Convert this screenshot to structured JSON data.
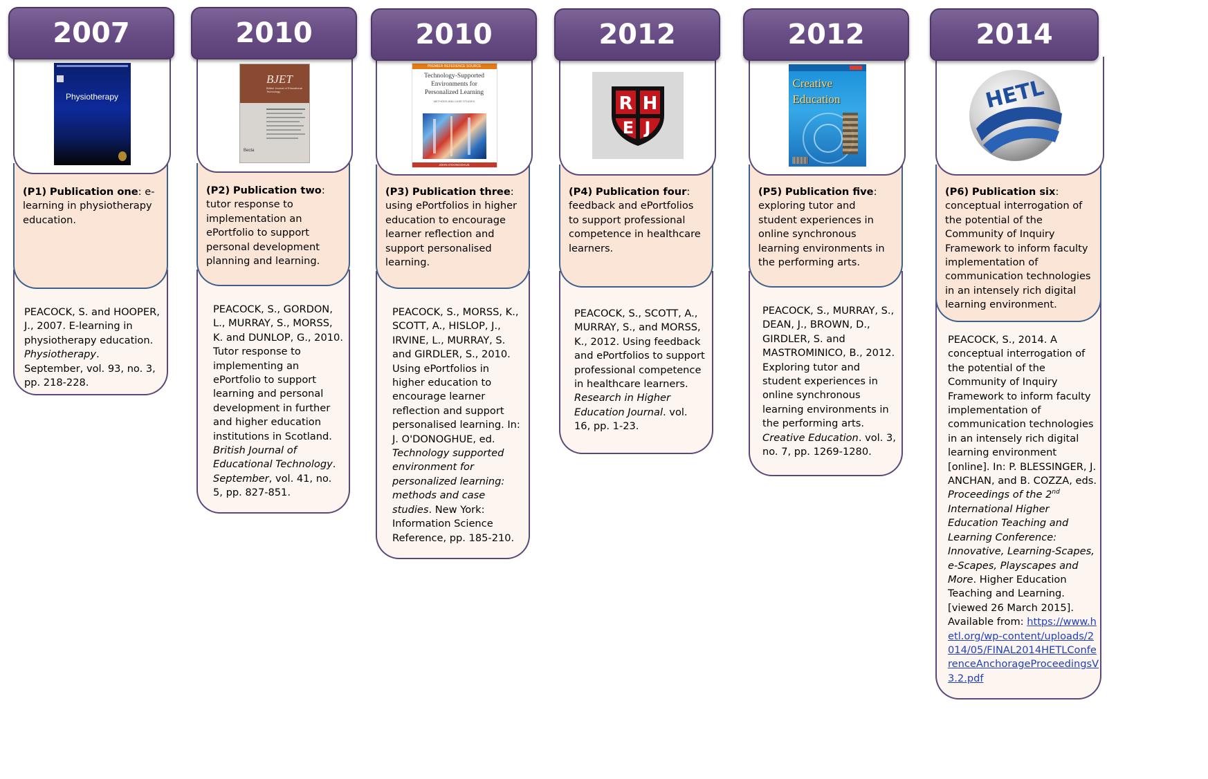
{
  "colors": {
    "tab": "#6a4f86",
    "title_bg": "#fbe5d6",
    "ref_bg": "#fdf5ef",
    "border": "#5a4878",
    "link": "#1f3fbf"
  },
  "columns": [
    {
      "year": "2007",
      "image": {
        "icon": "physiotherapy-journal-cover",
        "text": "Physiotherapy"
      },
      "title_code": "(P1)",
      "title_strong": "Publication one",
      "title_rest": ": e-learning in physiotherapy education.",
      "ref": {
        "plain1": "PEACOCK, S. and HOOPER, J., 2007. E-learning in physiotherapy education. ",
        "italic1": "Physiotherapy",
        "plain2": ". September, vol. 93, no. 3, pp. 218-228."
      }
    },
    {
      "year": "2010",
      "image": {
        "icon": "bjet-journal-cover",
        "text": "BJET",
        "subtitle": "British Journal of Educational Technology",
        "footer": "Becta"
      },
      "title_code": "(P2)",
      "title_strong": "Publication two",
      "title_rest": ": tutor response to implementation an ePortfolio to support personal development planning and learning.",
      "ref": {
        "plain1": "PEACOCK, S., GORDON, L., MURRAY, S., MORSS, K. and DUNLOP, G., 2010. Tutor response to implementing an ePortfolio to support learning and personal development in further and higher education institutions in Scotland. ",
        "italic1": "British Journal of Educational Technology",
        "plain2": ". ",
        "italic2": "September",
        "plain3": ", vol. 41, no. 5, pp. 827-851."
      }
    },
    {
      "year": "2010",
      "image": {
        "icon": "book-cover-technology-supported-environments",
        "header": "PREMIER REFERENCE SOURCE",
        "text": "Technology-Supported Environments for Personalized Learning",
        "sub": "METHODS AND CASE STUDIES",
        "footer": "JOHN O'DONOGHUE"
      },
      "title_code": "(P3)",
      "title_strong": "Publication three",
      "title_rest": ": using ePortfolios in higher education to encourage learner reflection and support personalised learning.",
      "ref": {
        "plain1": "PEACOCK, S., MORSS, K., SCOTT, A., HISLOP, J., IRVINE, L., MURRAY, S. and GIRDLER, S., 2010. Using ePortfolios in higher education to encourage learner reflection and support personalised learning. In:  J. O'DONOGHUE, ed. ",
        "italic1": "Technology supported environment for personalized learning: methods and case studies",
        "plain2": ". New York: Information Science Reference, pp. 185-210."
      }
    },
    {
      "year": "2012",
      "image": {
        "icon": "rhej-shield-logo",
        "letters": [
          "R",
          "H",
          "E",
          "J"
        ]
      },
      "title_code": "(P4)",
      "title_strong": "Publication four",
      "title_rest": ": feedback and ePortfolios to support professional competence in healthcare learners.",
      "ref": {
        "plain1": "PEACOCK, S., SCOTT, A., MURRAY, S., and MORSS, K., 2012. Using feedback and ePortfolios to support professional competence in healthcare learners. ",
        "italic1": "Research in Higher Education Journal",
        "plain2": ". vol. 16, pp. 1-23."
      }
    },
    {
      "year": "2012",
      "image": {
        "icon": "creative-education-journal-cover",
        "text": "Creative Education"
      },
      "title_code": "(P5)",
      "title_strong": "Publication five",
      "title_rest": ": exploring tutor and student experiences in online synchronous learning environments in the performing arts.",
      "ref": {
        "plain1": "PEACOCK, S., MURRAY, S., DEAN, J., BROWN, D., GIRDLER, S. and MASTROMINICO, B., 2012. Exploring tutor and student experiences in online synchronous learning environments in the performing arts. ",
        "italic1": "Creative Education",
        "plain2": ". vol. 3, no. 7, pp. 1269-1280."
      }
    },
    {
      "year": "2014",
      "image": {
        "icon": "hetl-globe-logo",
        "text": "HETL"
      },
      "title_code": "(P6)",
      "title_strong": "Publication six",
      "title_rest": ": conceptual interrogation of the potential of the Community of Inquiry Framework to inform faculty implementation of communication technologies in an intensely rich digital learning environment.",
      "ref": {
        "plain1": "PEACOCK, S., 2014. A conceptual interrogation of the potential of the Community of Inquiry Framework to inform faculty implementation of communication technologies in an intensely rich digital learning environment [online]. In: P. BLESSINGER, J. ANCHAN, and B. COZZA, eds. ",
        "italic1a": "Proceedings of the 2",
        "sup": "nd",
        "italic1b": " International Higher Education Teaching and Learning Conference: Innovative, Learning-Scapes, e-Scapes, Playscapes and More",
        "plain2": ". Higher Education Teaching and Learning. [viewed 26 March 2015]. Available from: ",
        "link": "https://www.hetl.org/wp-content/uploads/2014/05/FINAL2014HETLConferenceAnchorageProceedingsV3.2.pdf"
      }
    }
  ]
}
